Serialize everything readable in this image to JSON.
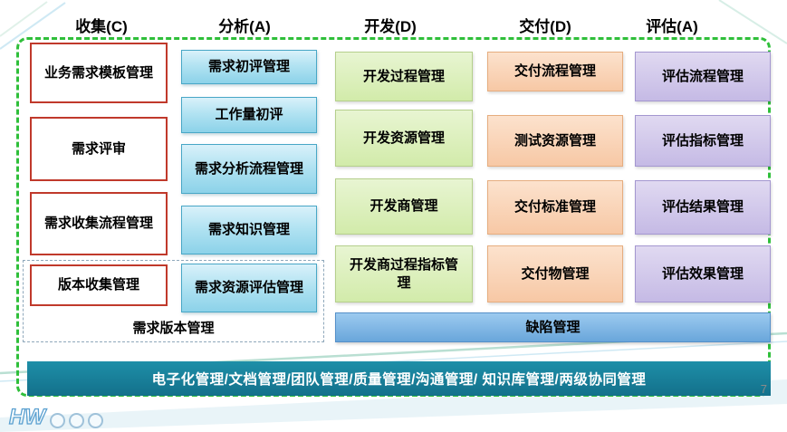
{
  "columns": [
    {
      "header": "收集(C)",
      "boxes": [
        "业务需求模板管理",
        "需求评审",
        "需求收集流程管理",
        "版本收集管理"
      ]
    },
    {
      "header": "分析(A)",
      "boxes": [
        "需求初评管理",
        "工作量初评",
        "需求分析流程管理",
        "需求知识管理",
        "需求资源评估管理"
      ]
    },
    {
      "header": "开发(D)",
      "boxes": [
        "开发过程管理",
        "开发资源管理",
        "开发商管理",
        "开发商过程指标管理"
      ]
    },
    {
      "header": "交付(D)",
      "boxes": [
        "交付流程管理",
        "测试资源管理",
        "交付标准管理",
        "交付物管理"
      ]
    },
    {
      "header": "评估(A)",
      "boxes": [
        "评估流程管理",
        "评估指标管理",
        "评估结果管理",
        "评估效果管理"
      ]
    }
  ],
  "groups": {
    "requirement_version_label": "需求版本管理"
  },
  "defect_bar_label": "缺陷管理",
  "bottom_bar_label": "电子化管理/文档管理/团队管理/质量管理/沟通管理/ 知识库管理/两级协同管理",
  "footer": {
    "page_number": "7",
    "logo_text": "HW"
  },
  "colors": {
    "frame_dash_green": "#2fbf3a",
    "collect_box_border_red": "#c0392b",
    "analyze_box_cyan": "#a9e0f0",
    "develop_box_green": "#d9eeb4",
    "deliver_box_orange": "#f9d3b4",
    "evaluate_box_purple": "#cfc5e9",
    "defect_bar_blue": "#7fb3e4",
    "bottom_bar_teal": "#17809c"
  }
}
